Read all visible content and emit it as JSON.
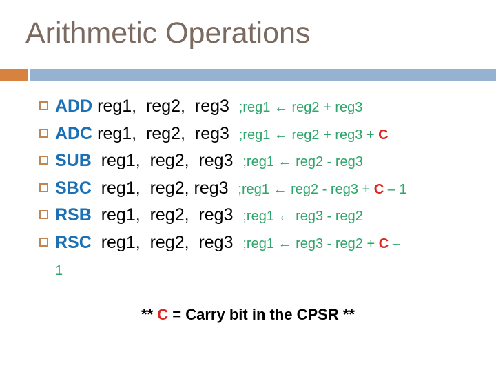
{
  "slide": {
    "title": "Arithmetic Operations",
    "colors": {
      "title": "#7a6a5f",
      "accent_orange": "#d8823f",
      "band_blue": "#95b2d1",
      "bullet_border": "#c08550",
      "mnemonic_blue": "#1c70b4",
      "comment_green": "#2ea56a",
      "carry_red": "#dc2721",
      "body_black": "#000000"
    },
    "bullets": [
      {
        "segments": [
          {
            "text": "ADD",
            "style": "mnemonic"
          },
          {
            "text": " reg1,  reg2,  reg3  ",
            "style": "plain"
          },
          {
            "text": ";reg1 ← reg2 + reg3",
            "style": "comment"
          }
        ]
      },
      {
        "segments": [
          {
            "text": "ADC",
            "style": "mnemonic"
          },
          {
            "text": " reg1,  reg2,  reg3  ",
            "style": "plain"
          },
          {
            "text": ";reg1 ← reg2 + reg3 + ",
            "style": "comment"
          },
          {
            "text": "C",
            "style": "carry"
          }
        ]
      },
      {
        "segments": [
          {
            "text": "SUB",
            "style": "mnemonic"
          },
          {
            "text": "  reg1,  reg2,  reg3  ",
            "style": "plain"
          },
          {
            "text": ";reg1 ← reg2 - reg3",
            "style": "comment"
          }
        ]
      },
      {
        "segments": [
          {
            "text": "SBC",
            "style": "mnemonic"
          },
          {
            "text": "  reg1,  reg2, reg3  ",
            "style": "plain"
          },
          {
            "text": ";reg1 ← reg2 - reg3 + ",
            "style": "comment"
          },
          {
            "text": "C",
            "style": "carry"
          },
          {
            "text": " – 1",
            "style": "comment"
          }
        ]
      },
      {
        "segments": [
          {
            "text": "RSB",
            "style": "mnemonic"
          },
          {
            "text": "  reg1,  reg2,  reg3  ",
            "style": "plain"
          },
          {
            "text": ";reg1 ← reg3 - reg2",
            "style": "comment"
          }
        ]
      },
      {
        "segments": [
          {
            "text": "RSC",
            "style": "mnemonic"
          },
          {
            "text": "  reg1,  reg2,  reg3  ",
            "style": "plain"
          },
          {
            "text": ";reg1 ← reg3 - reg2 + ",
            "style": "comment"
          },
          {
            "text": "C",
            "style": "carry"
          },
          {
            "text": " –",
            "style": "comment"
          },
          {
            "text": "",
            "style": "break"
          },
          {
            "text": "1",
            "style": "comment"
          }
        ]
      }
    ],
    "caption": {
      "segments": [
        {
          "text": "** ",
          "style": "bold"
        },
        {
          "text": "C",
          "style": "carry"
        },
        {
          "text": " = Carry bit in the CPSR **",
          "style": "bold"
        }
      ]
    }
  }
}
